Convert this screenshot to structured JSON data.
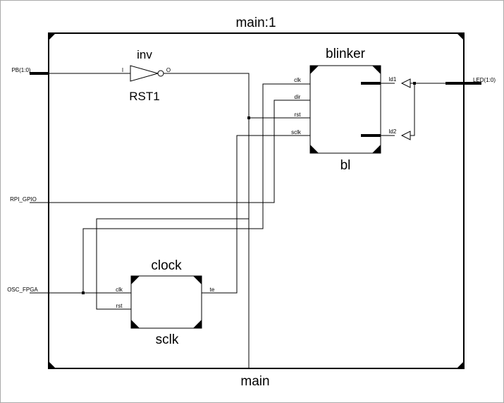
{
  "top_title": "main:1",
  "bottom_title": "main",
  "ports": {
    "pb": "PB(1:0)",
    "rpi": "RPI_GPIO",
    "osc": "OSC_FPGA",
    "led": "LED(1:0)"
  },
  "inv": {
    "type": "inv",
    "name": "RST1",
    "pin_in": "I",
    "pin_out": "O"
  },
  "blinker": {
    "type": "blinker",
    "name": "bl",
    "pins_in": [
      "clk",
      "dir",
      "rst",
      "sclk"
    ],
    "pins_out": [
      "ld1",
      "ld2"
    ]
  },
  "clock": {
    "type": "clock",
    "name": "sclk",
    "pins_in": [
      "clk",
      "rst"
    ],
    "pin_out": "te"
  }
}
